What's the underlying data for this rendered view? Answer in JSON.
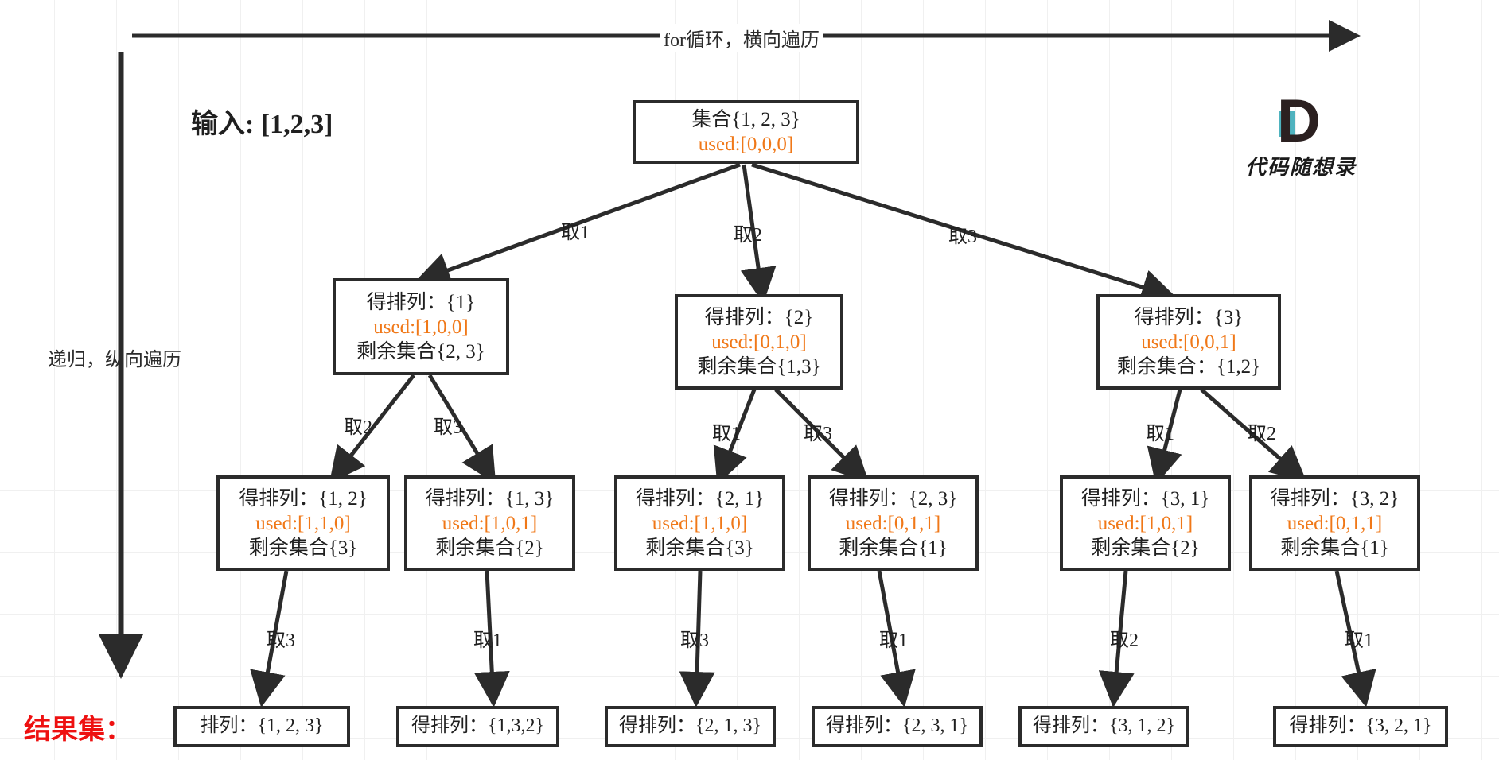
{
  "diagram": {
    "title_top_axis": "for循环，横向遍历",
    "title_left_axis": "递归，纵向遍历",
    "input_label": "输入: [1,2,3]",
    "result_label": "结果集：",
    "logo": {
      "mark": "D",
      "text": "代码随想录"
    },
    "colors": {
      "used_orange": "#f07818",
      "node_border": "#2b2b2b",
      "result_red": "#ee1111",
      "logo_accent": "#4fb3bf",
      "grid": "#f0f0f0"
    }
  },
  "nodes": {
    "root": {
      "line1": "集合{1, 2, 3}",
      "used": "used:[0,0,0]"
    },
    "l1a": {
      "line1": "得排列：{1}",
      "used": "used:[1,0,0]",
      "line3": "剩余集合{2, 3}"
    },
    "l1b": {
      "line1": "得排列：{2}",
      "used": "used:[0,1,0]",
      "line3": "剩余集合{1,3}"
    },
    "l1c": {
      "line1": "得排列：{3}",
      "used": "used:[0,0,1]",
      "line3": "剩余集合：{1,2}"
    },
    "l2a": {
      "line1": "得排列：{1, 2}",
      "used": "used:[1,1,0]",
      "line3": "剩余集合{3}"
    },
    "l2b": {
      "line1": "得排列：{1, 3}",
      "used": "used:[1,0,1]",
      "line3": "剩余集合{2}"
    },
    "l2c": {
      "line1": "得排列：{2, 1}",
      "used": "used:[1,1,0]",
      "line3": "剩余集合{3}"
    },
    "l2d": {
      "line1": "得排列：{2, 3}",
      "used": "used:[0,1,1]",
      "line3": "剩余集合{1}"
    },
    "l2e": {
      "line1": "得排列：{3, 1}",
      "used": "used:[1,0,1]",
      "line3": "剩余集合{2}"
    },
    "l2f": {
      "line1": "得排列：{3, 2}",
      "used": "used:[0,1,1]",
      "line3": "剩余集合{1}"
    },
    "leaf1": {
      "line1": "排列：{1, 2, 3}"
    },
    "leaf2": {
      "line1": "得排列：{1,3,2}"
    },
    "leaf3": {
      "line1": "得排列：{2, 1, 3}"
    },
    "leaf4": {
      "line1": "得排列：{2, 3, 1}"
    },
    "leaf5": {
      "line1": "得排列：{3, 1, 2}"
    },
    "leaf6": {
      "line1": "得排列：{3, 2, 1}"
    }
  },
  "edge_labels": {
    "e_root_a": "取1",
    "e_root_b": "取2",
    "e_root_c": "取3",
    "e_a_1": "取2",
    "e_a_2": "取3",
    "e_b_1": "取1",
    "e_b_2": "取3",
    "e_c_1": "取1",
    "e_c_2": "取2",
    "e_leaf1": "取3",
    "e_leaf2": "取1",
    "e_leaf3": "取3",
    "e_leaf4": "取1",
    "e_leaf5": "取2",
    "e_leaf6": "取1"
  }
}
